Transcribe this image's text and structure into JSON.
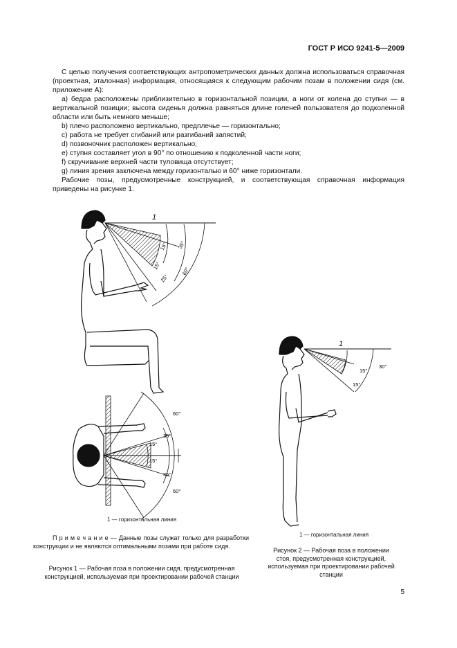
{
  "header": {
    "doc_code": "ГОСТ Р ИСО 9241-5—2009"
  },
  "body": {
    "intro": "С целью получения соответствующих антропометрических данных должна использоваться справочная (проектная, эталонная) информация, относящаяся к следующим рабочим позам в положении сидя (см. приложение А):",
    "items": [
      "а) бедра расположены приблизительно в горизонтальной позиции, а ноги от колена до ступни — в вертикальной позиции; высота сиденья должна равняться длине голеней пользователя до подколенной области или быть немного меньше;",
      "b) плечо расположено вертикально, предплечье — горизонтально;",
      "c) работа не требует сгибаний или разгибаний запястий;",
      "d) позвоночник расположен вертикально;",
      "е) ступня составляет угол в 90° по отношению к подколенной части ноги;",
      "f) скручивание верхней части туловища отсутствует;",
      "g) линия зрения заключена между горизонталью и 60° ниже горизонтали."
    ],
    "closing": "Рабочие позы, предусмотренные конструкцией, и соответствующая справочная информация приведены на рисунке 1."
  },
  "figure1": {
    "label_1": "1",
    "side_angles": [
      "15°",
      "35°",
      "15°",
      "25°",
      "60°"
    ],
    "top_angles": [
      "60°",
      "35°",
      "15°",
      "15°",
      "35°",
      "60°"
    ],
    "legend": "1 — горизонтальная линия",
    "note_label": "П р и м е ч а н и е",
    "note_text": " — Данные позы служат только для разработки конструкции и не являются оптимальными позами при работе сидя.",
    "caption": "Рисунок 1 — Рабочая поза в положении сидя, предусмотренная конструкцией, используемая при проектировании рабочей станции"
  },
  "figure2": {
    "label_1": "1",
    "angles": [
      "15°",
      "30°",
      "15°"
    ],
    "legend": "1 — горизонтальная линия",
    "caption": "Рисунок 2 — Рабочая поза в положении стоя, предусмотренная конструкцией, используемая при проектировании рабочей станции"
  },
  "page_number": "5"
}
